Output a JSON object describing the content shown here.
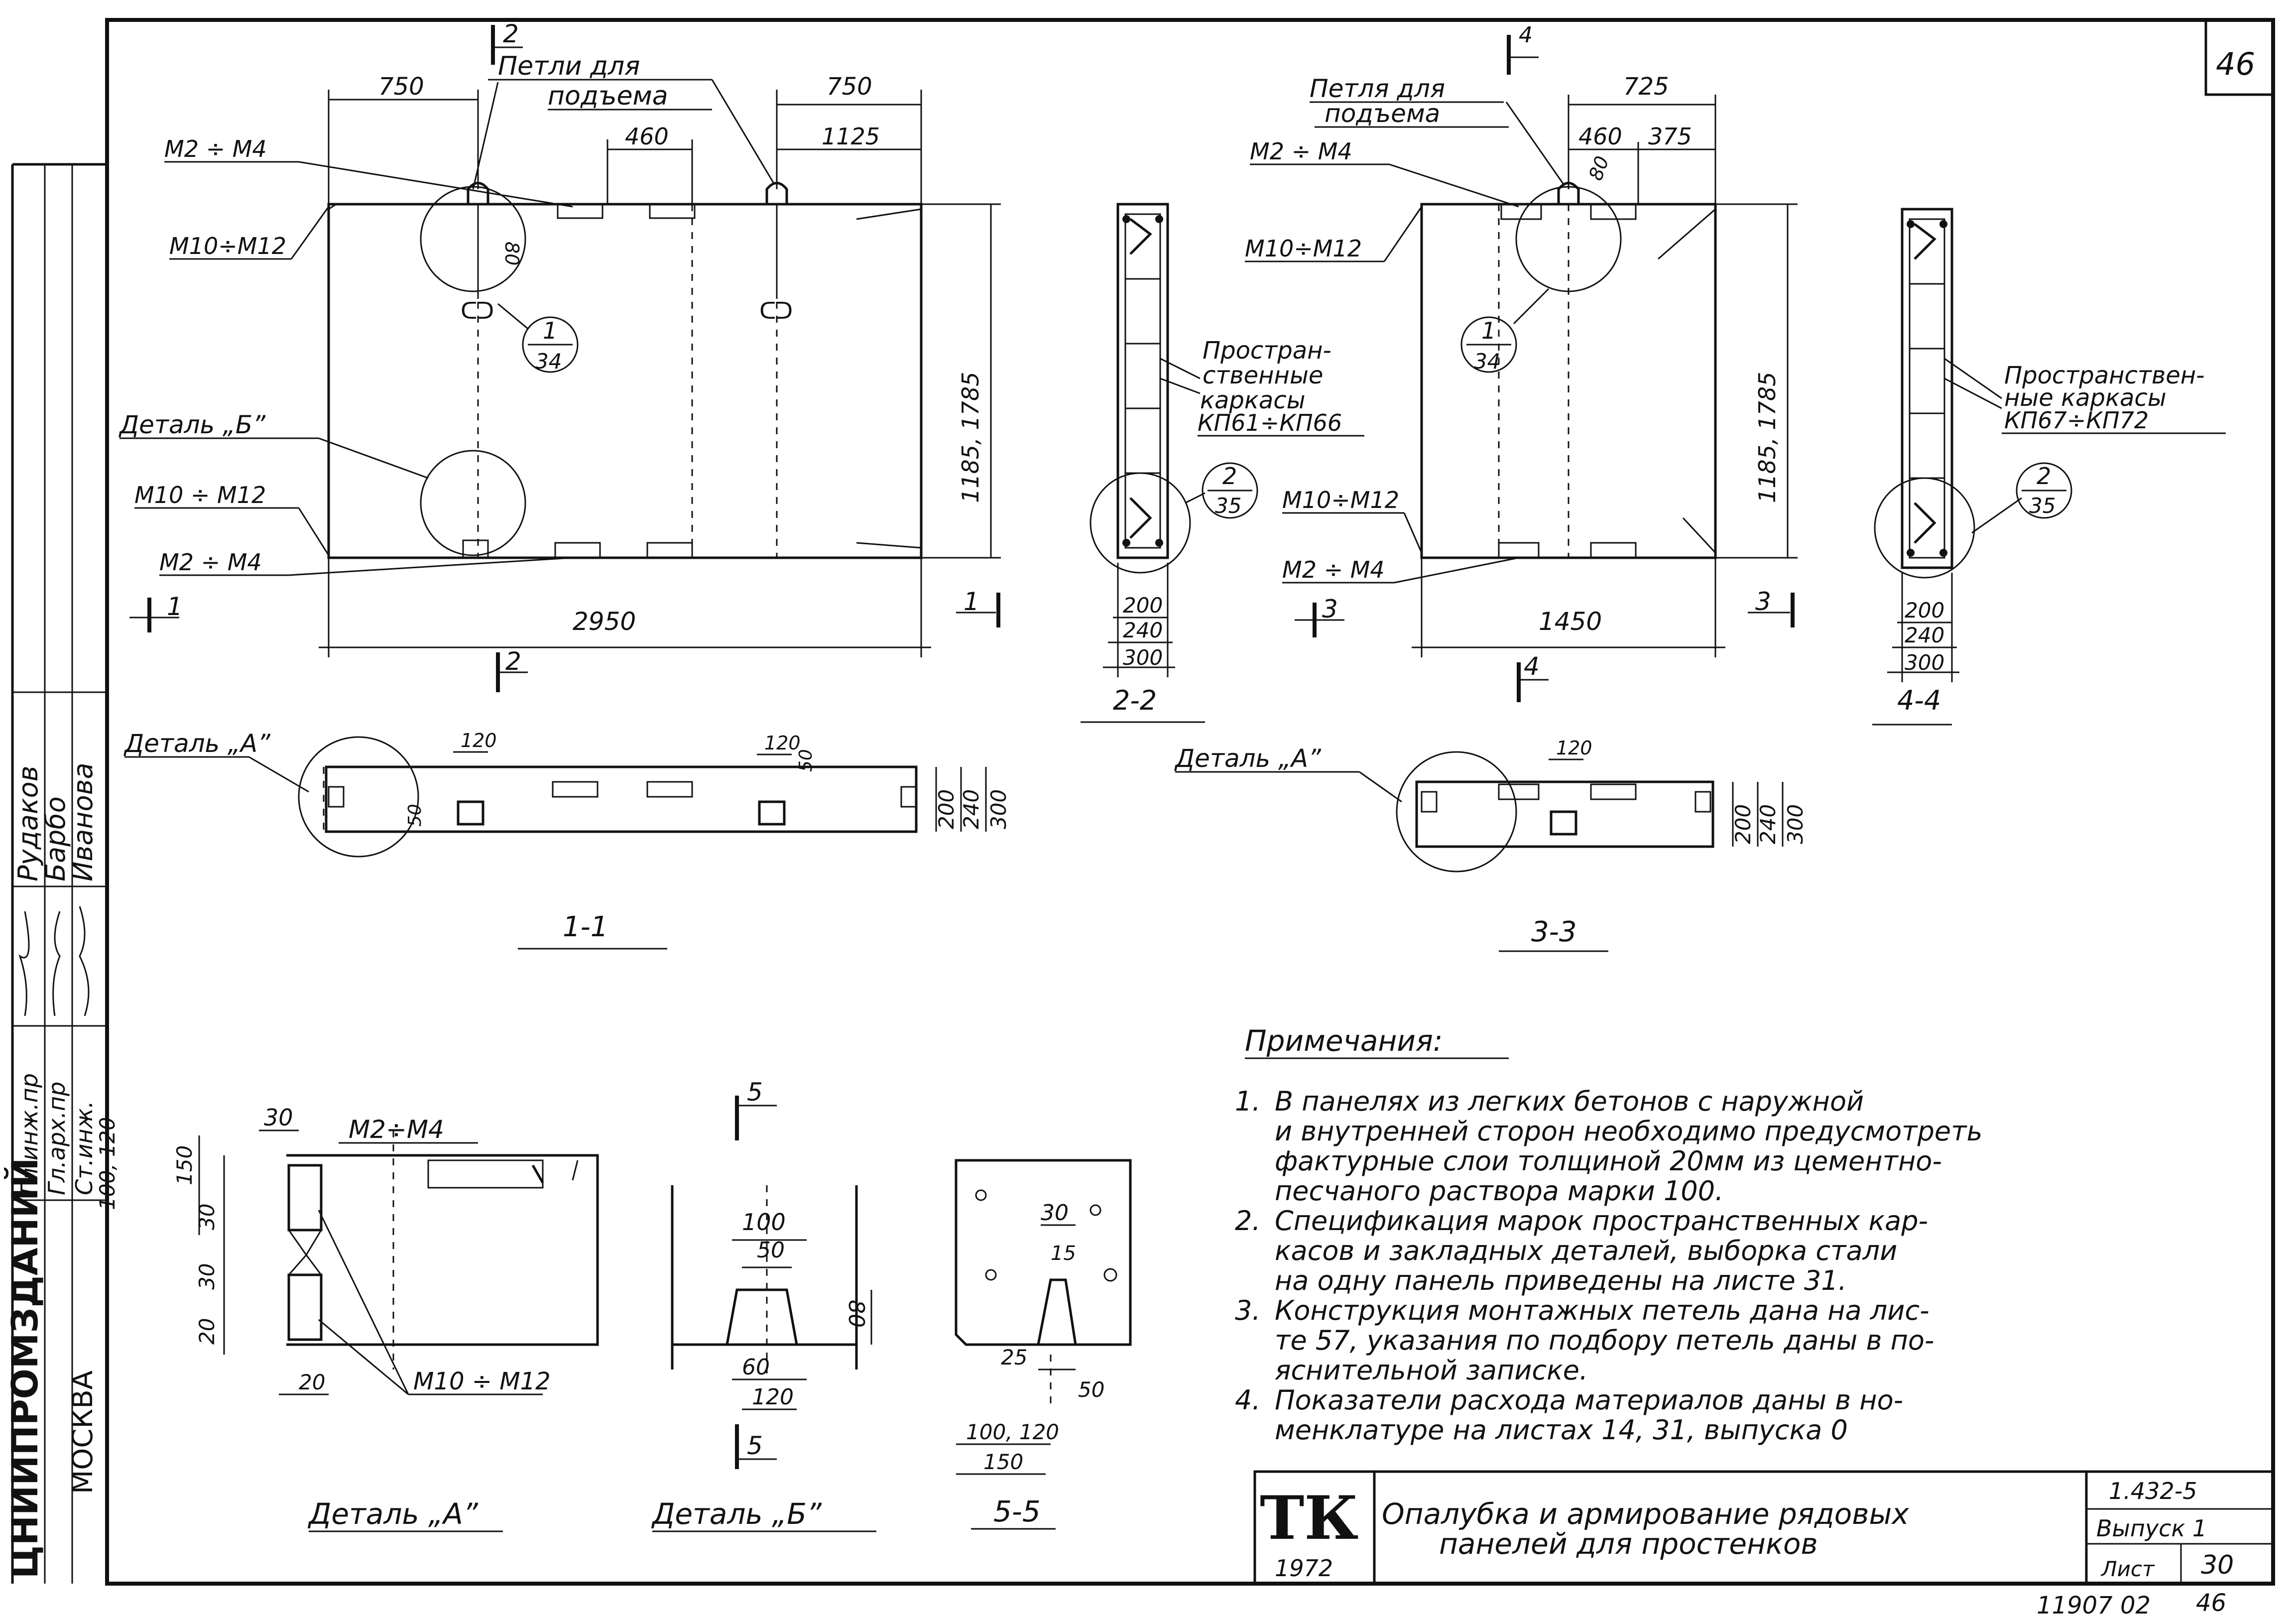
{
  "sheet_number": "46",
  "stamp": {
    "org": "ЦНИИПРОМЗДАНИЙ",
    "city": "МОСКВА",
    "roles": [
      "Гл.инж.пр",
      "Гл.арх.пр",
      "Ст.инж."
    ],
    "names": [
      "Рудаков",
      "Барбо",
      "Иванова"
    ]
  },
  "panel1": {
    "loops_label_1": "Петли для",
    "loops_label_2": "подъема",
    "dim_750_left": "750",
    "dim_750_right": "750",
    "dim_460": "460",
    "dim_1125": "1125",
    "m2m4_top": "М2 ÷ М4",
    "m10m12_top": "М10÷М12",
    "dim_80": "80",
    "detail_b": "Деталь „Б”",
    "m10m12_bot": "М10 ÷ М12",
    "m2m4_bot": "М2 ÷ М4",
    "dim_height": "1185, 1785",
    "dim_width": "2950",
    "callout_num": "1",
    "callout_sheet": "34",
    "cut_a": "1",
    "cut_b": "2"
  },
  "section22": {
    "label": "Пространственные каркасы",
    "label_l1": "Простран-",
    "label_l2": "ственные",
    "label_l3": "каркасы",
    "range": "КП61÷КП66",
    "callout_num": "2",
    "callout_sheet": "35",
    "d200": "200",
    "d240": "240",
    "d300": "300",
    "title": "2-2"
  },
  "panel3": {
    "loops_label_1": "Петля для",
    "loops_label_2": "подъема",
    "dim_725": "725",
    "dim_460": "460",
    "dim_375": "375",
    "dim_80": "80",
    "m2m4_top": "М2 ÷ М4",
    "m10m12_top": "М10÷М12",
    "m10m12_bot": "М10÷М12",
    "m2m4_bot": "М2 ÷ М4",
    "dim_height": "1185, 1785",
    "dim_width": "1450",
    "callout_num": "1",
    "callout_sheet": "34",
    "cut_a": "3",
    "cut_b": "4"
  },
  "section44": {
    "label_l1": "Пространствен-",
    "label_l2": "ные каркасы",
    "range": "КП67÷КП72",
    "callout_num": "2",
    "callout_sheet": "35",
    "d200": "200",
    "d240": "240",
    "d300": "300",
    "title": "4-4"
  },
  "section11": {
    "detail": "Деталь „А”",
    "d120a": "120",
    "d120b": "120",
    "d50a": "50",
    "d50b": "50",
    "d200": "200",
    "d240": "240",
    "d300": "300",
    "title": "1-1"
  },
  "section33": {
    "detail": "Деталь „А”",
    "d120": "120",
    "d200": "200",
    "d240": "240",
    "d300": "300",
    "title": "3-3"
  },
  "detailA": {
    "m2m4": "М2÷М4",
    "m10m12": "М10 ÷ М12",
    "d30": "30",
    "d100_120": "100, 120",
    "d150": "150",
    "d30b": "30",
    "d30c": "30",
    "d20": "20",
    "d20b": "20",
    "title": "Деталь „А”"
  },
  "detailB": {
    "cut": "5",
    "d100": "100",
    "d50": "50",
    "d60": "60",
    "d120": "120",
    "d80": "80",
    "title": "Деталь „Б”"
  },
  "section55": {
    "d30": "30",
    "d15": "15",
    "d25": "25",
    "d50": "50",
    "d100_120": "100, 120",
    "d150": "150",
    "title": "5-5"
  },
  "notes": {
    "heading": "Примечания:",
    "items": [
      {
        "n": "1.",
        "lines": [
          "В панелях из легких бетонов с наружной",
          "и внутренней сторон необходимо предусмотреть",
          "фактурные слои толщиной 20мм из цементно-",
          "песчаного раствора марки 100."
        ]
      },
      {
        "n": "2.",
        "lines": [
          "Спецификация марок пространственных кар-",
          "касов и закладных деталей, выборка стали",
          "на одну панель приведены на листе 31."
        ]
      },
      {
        "n": "3.",
        "lines": [
          "Конструкция монтажных петель дана на лис-",
          "те 57, указания по подбору петель даны в по-",
          "яснительной записке."
        ]
      },
      {
        "n": "4.",
        "lines": [
          "Показатели расхода материалов даны в но-",
          "менклатуре на листах 14, 31, выпуска 0"
        ]
      }
    ]
  },
  "title_block": {
    "logo": "ТК",
    "year": "1972",
    "title_l1": "Опалубка и армирование рядовых",
    "title_l2": "панелей для простенков",
    "series": "1.432-5",
    "issue": "Выпуск 1",
    "sheet_label": "Лист",
    "sheet_no": "30"
  },
  "footer": {
    "code": "11907 02",
    "page": "46"
  }
}
